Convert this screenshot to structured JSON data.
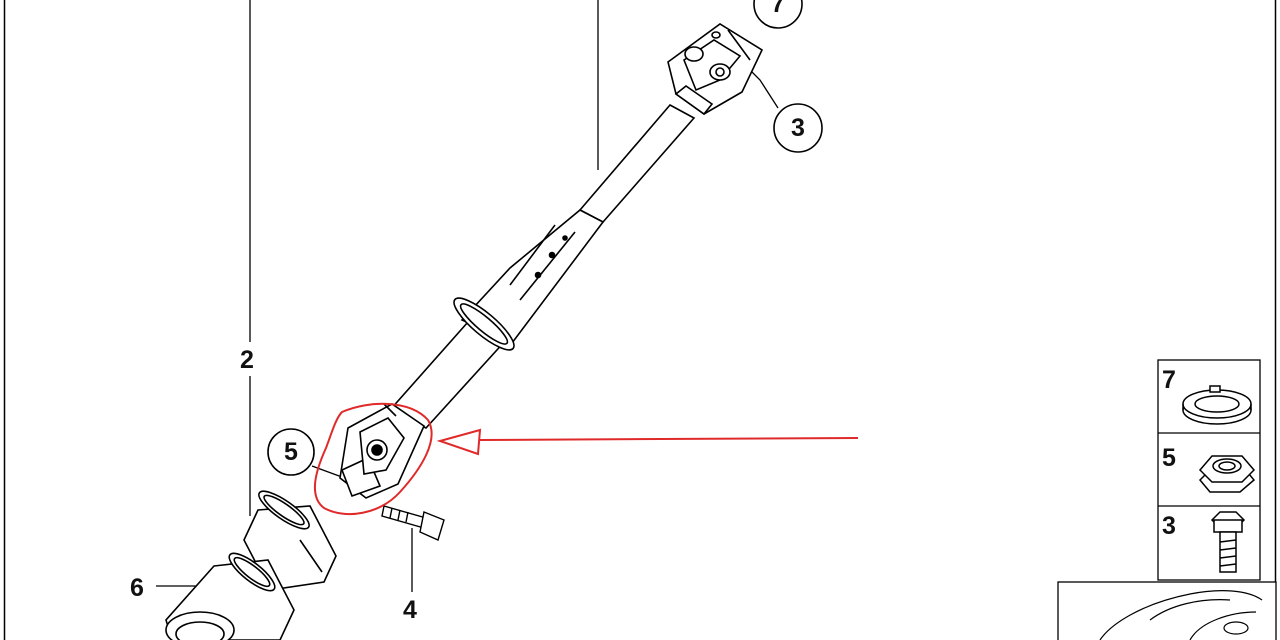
{
  "diagram": {
    "callouts": {
      "c2": "2",
      "c3": "3",
      "c4": "4",
      "c5": "5",
      "c6": "6",
      "c7": "7"
    },
    "legend": [
      {
        "label": "7",
        "icon": "lock-ring-icon"
      },
      {
        "label": "5",
        "icon": "hex-nut-icon"
      },
      {
        "label": "3",
        "icon": "hex-bolt-icon"
      }
    ],
    "thumbnail": {
      "icon": "car-silhouette-icon"
    },
    "annotation": {
      "icon": "arrow-left-icon",
      "highlight": "circled-universal-joint"
    },
    "colors": {
      "line": "#000000",
      "annotation": "#e02a2a",
      "background": "#ffffff"
    }
  }
}
